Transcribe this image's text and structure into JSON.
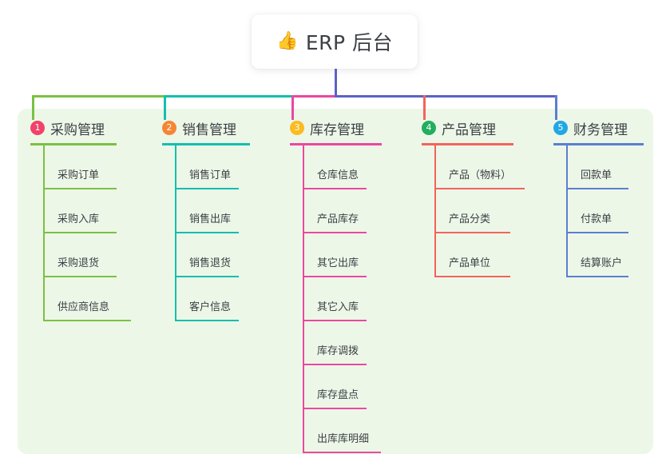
{
  "page": {
    "background": "#ffffff",
    "panel_color": "#edf7e8",
    "text_color": "#3c3f45"
  },
  "root": {
    "label": "ERP 后台",
    "icon": "thumbs-up-icon",
    "emoji": "👍",
    "connector_color": "#5b63c4"
  },
  "branches": [
    {
      "number": "1",
      "label": "采购管理",
      "badge_color": "#f0426b",
      "line_color": "#7ac143",
      "connector_color": "#7ac143",
      "items": [
        "采购订单",
        "采购入库",
        "采购退货",
        "供应商信息"
      ]
    },
    {
      "number": "2",
      "label": "销售管理",
      "badge_color": "#f58634",
      "line_color": "#12bfae",
      "connector_color": "#12bfae",
      "items": [
        "销售订单",
        "销售出库",
        "销售退货",
        "客户信息"
      ]
    },
    {
      "number": "3",
      "label": "库存管理",
      "badge_color": "#fbbb21",
      "line_color": "#ea48a0",
      "connector_color": "#ea48a0",
      "items": [
        "仓库信息",
        "产品库存",
        "其它出库",
        "其它入库",
        "库存调拨",
        "库存盘点",
        "出库库明细"
      ]
    },
    {
      "number": "4",
      "label": "产品管理",
      "badge_color": "#22ae5e",
      "line_color": "#f4625c",
      "connector_color": "#f4625c",
      "items": [
        "产品（物料）",
        "产品分类",
        "产品单位"
      ]
    },
    {
      "number": "5",
      "label": "财务管理",
      "badge_color": "#22a7e5",
      "line_color": "#5b7ed1",
      "connector_color": "#5b7ed1",
      "items": [
        "回款单",
        "付款单",
        "结算账户"
      ]
    }
  ]
}
